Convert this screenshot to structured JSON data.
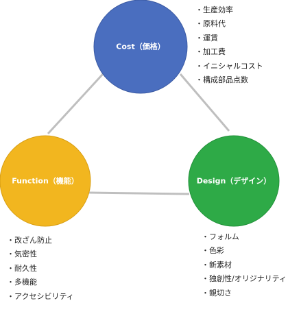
{
  "nodes": {
    "cost": {
      "label": "Cost（価格）",
      "color": "#4a6ebf"
    },
    "function": {
      "label": "Function（機能）",
      "color": "#f2b61f"
    },
    "design": {
      "label": "Design（デザイン）",
      "color": "#2eaa47"
    }
  },
  "edge_color": "#bfbfbf",
  "lists": {
    "cost": [
      "生産効率",
      "原料代",
      "運賃",
      "加工費",
      "イニシャルコスト",
      "構成部品点数"
    ],
    "function": [
      "改ざん防止",
      "気密性",
      "耐久性",
      "多機能",
      "アクセシビリティ"
    ],
    "design": [
      "フォルム",
      "色彩",
      "新素材",
      "独創性/オリジナリティ",
      "親切さ"
    ]
  }
}
